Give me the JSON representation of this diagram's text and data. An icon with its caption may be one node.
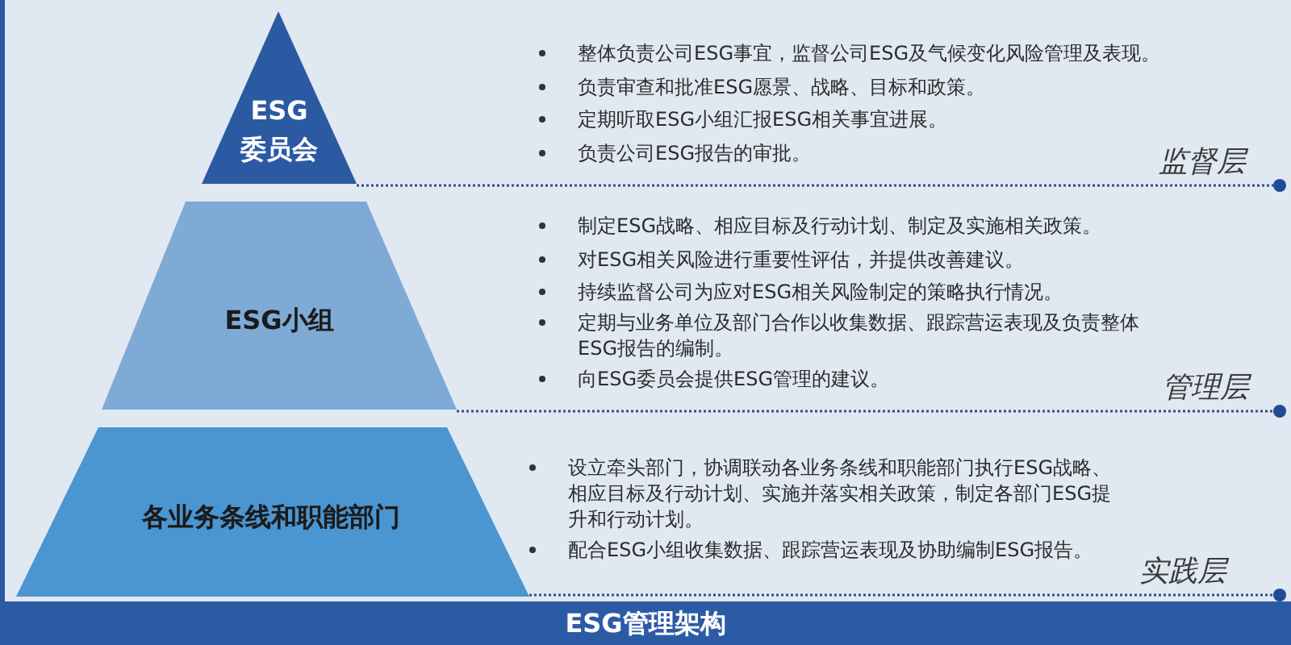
{
  "diagram": {
    "title": "ESG管理架构",
    "nodes": [
      {
        "text": [
          "ESG委员会"
        ]
      },
      {
        "text": [
          "ESG小组"
        ]
      },
      {
        "text": [
          "各业务条线和职能部门"
        ]
      }
    ],
    "labels": [
      "整体负责公司ESG事宜，监督公司ESG及气候变化风险管理及表现。",
      "负责审查和批准ESG愿景、战略、目标和政策。",
      "定期听取ESG小组汇报ESG相关事宜进展。",
      "负责公司ESG报告的审批。",
      "监督层",
      "制定ESG战略、相应目标及行动计划、制定及实施相关政策。",
      "对ESG相关风险进行重要性评估，并提供改善建议。",
      "持续监督公司为应对ESG相关风险制定的策略执行情况。",
      "定期与业务单位及部门合作以收集数据、跟踪营运表现及负责整体ESG报告的编制。",
      "向ESG委员会提供ESG管理的建议。",
      "管理层",
      "设立牵头部门，协调联动各业务条线和职能部门执行ESG战略、相应目标及行动计划、实施并落实相关政策，制定各部门ESG提升和行动计划。",
      "配合ESG小组收集数据、跟踪营运表现及协助编制ESG报告。",
      "实践层"
    ]
  }
}
